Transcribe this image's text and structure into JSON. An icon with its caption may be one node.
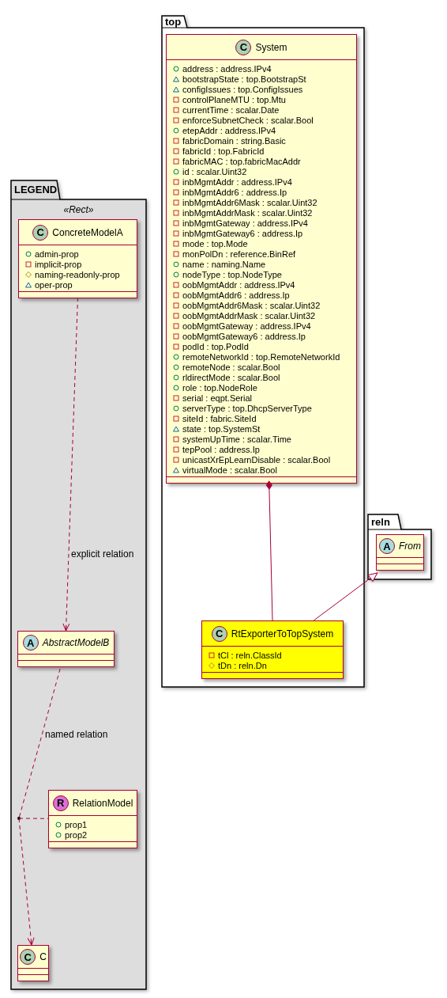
{
  "diagram": {
    "nodes": [
      {
        "text": [
          "top"
        ]
      },
      {
        "text": [
          "C",
          "System",
          "address : address.IPv4",
          "bootstrapState : top.BootstrapSt",
          "configIssues : top.ConfigIssues",
          "controlPlaneMTU : top.Mtu",
          "currentTime : scalar.Date",
          "enforceSubnetCheck : scalar.Bool",
          "etepAddr : address.IPv4",
          "fabricDomain : string.Basic",
          "fabricId : top.FabricId",
          "fabricMAC : top.fabricMacAddr",
          "id : scalar.Uint32",
          "inbMgmtAddr : address.IPv4",
          "inbMgmtAddr6 : address.Ip",
          "inbMgmtAddr6Mask : scalar.Uint32",
          "inbMgmtAddrMask : scalar.Uint32",
          "inbMgmtGateway : address.IPv4",
          "inbMgmtGateway6 : address.Ip",
          "mode : top.Mode",
          "monPolDn : reference.BinRef",
          "name : naming.Name",
          "nodeType : top.NodeType",
          "oobMgmtAddr : address.IPv4",
          "oobMgmtAddr6 : address.Ip",
          "oobMgmtAddr6Mask : scalar.Uint32",
          "oobMgmtAddrMask : scalar.Uint32",
          "oobMgmtGateway : address.IPv4",
          "oobMgmtGateway6 : address.Ip",
          "podId : top.PodId",
          "remoteNetworkId : top.RemoteNetworkId",
          "remoteNode : scalar.Bool",
          "rldirectMode : scalar.Bool",
          "role : top.NodeRole",
          "serial : eqpt.Serial",
          "serverType : top.DhcpServerType",
          "siteId : fabric.SiteId",
          "state : top.SystemSt",
          "systemUpTime : scalar.Time",
          "tepPool : address.Ip",
          "unicastXrEpLearnDisable : scalar.Bool",
          "virtualMode : scalar.Bool"
        ],
        "in": 0
      },
      {
        "text": [
          "C",
          "RtExporterToTopSystem",
          "tCl : reln.ClassId",
          "tDn : reln.Dn"
        ],
        "in": 0
      },
      {
        "text": [
          "reln"
        ]
      },
      {
        "text": [
          "A",
          "From"
        ],
        "in": 3
      },
      {
        "text": [
          "LEGEND",
          "«Rect»"
        ]
      },
      {
        "text": [
          "C",
          "ConcreteModelA",
          "admin-prop",
          "implicit-prop",
          "naming-readonly-prop",
          "oper-prop"
        ],
        "in": 5
      },
      {
        "text": [
          "A",
          "AbstractModelB"
        ],
        "in": 5
      },
      {
        "text": [
          "R",
          "RelationModel",
          "prop1",
          "prop2"
        ],
        "in": 5
      },
      {
        "text": [
          "C",
          "C"
        ],
        "in": 5
      },
      {
        "text": [],
        "shape": "circle",
        "in": 5
      }
    ],
    "edges": [
      {
        "from": 1,
        "to": 2,
        "arrow": "other"
      },
      {
        "from": 2,
        "to": 4,
        "arrow": "to"
      },
      {
        "from": 6,
        "to": 7,
        "arrow": "to",
        "style": "dashed",
        "label": "explicit relation"
      },
      {
        "from": 7,
        "to": 10,
        "arrow": "none",
        "style": "dashed",
        "label": "named relation"
      },
      {
        "from": 10,
        "to": 9,
        "arrow": "to",
        "style": "dashed"
      },
      {
        "from": 10,
        "to": 8,
        "arrow": "none",
        "style": "dashed"
      }
    ]
  }
}
